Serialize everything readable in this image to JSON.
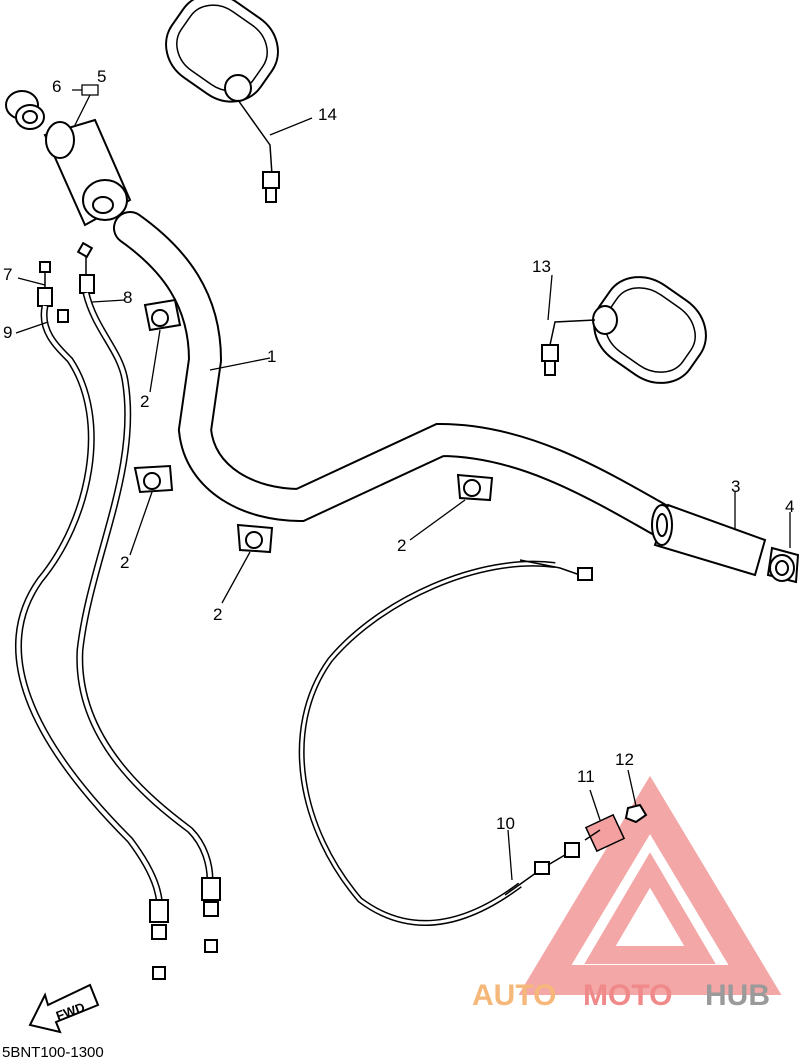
{
  "labels": {
    "1": "1",
    "2": "2",
    "3": "3",
    "4": "4",
    "5": "5",
    "6": "6",
    "7": "7",
    "8": "8",
    "9": "9",
    "10": "10",
    "11": "11",
    "12": "12",
    "13": "13",
    "14": "14"
  },
  "fwd_text": "FWD",
  "diagram_code": "5BNT100-1300",
  "watermark": {
    "part1": "AUTO",
    "part2": "MOTO",
    "part3": "HUB",
    "color_orange": "#f5b87a",
    "color_red": "#f08a8a",
    "color_gray": "#9a9a9a"
  }
}
